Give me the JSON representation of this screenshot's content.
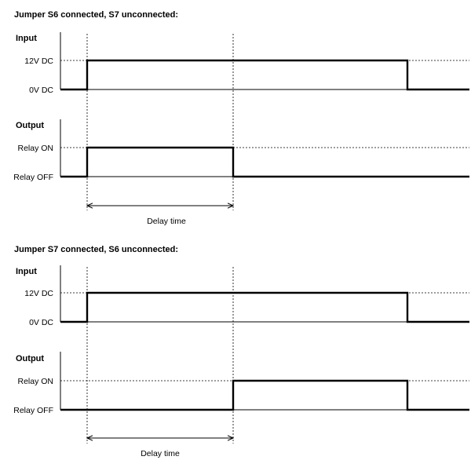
{
  "sections": [
    {
      "title": "Jumper S6 connected, S7 unconnected:",
      "input": {
        "heading": "Input",
        "high_label": "12V DC",
        "low_label": "0V DC"
      },
      "output": {
        "heading": "Output",
        "high_label": "Relay ON",
        "low_label": "Relay OFF"
      },
      "delay_label": "Delay time"
    },
    {
      "title": "Jumper S7 connected, S6 unconnected:",
      "input": {
        "heading": "Input",
        "high_label": "12V DC",
        "low_label": "0V DC"
      },
      "output": {
        "heading": "Output",
        "high_label": "Relay ON",
        "low_label": "Relay OFF"
      },
      "delay_label": "Delay time"
    }
  ]
}
